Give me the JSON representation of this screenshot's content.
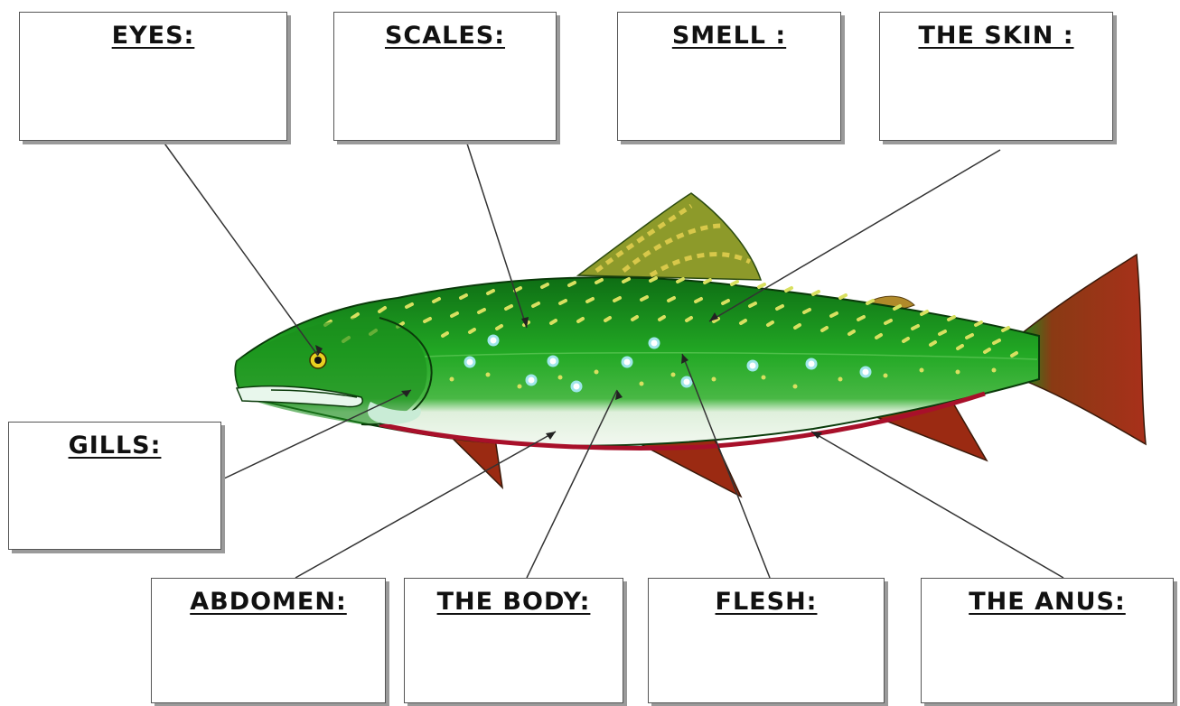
{
  "labels": {
    "eyes": "EYES:",
    "scales": "SCALES:",
    "smell": "SMELL :",
    "skin": "THE SKIN :",
    "gills": "GILLS:",
    "abdomen": "ABDOMEN:",
    "body": "THE BODY:",
    "flesh": "FLESH:",
    "anus": "THE ANUS:"
  },
  "colors": {
    "body_green": "#1e9a1e",
    "dark_green": "#0b5a12",
    "belly": "#e6f3e6",
    "fin_red": "#9b2a12",
    "spots": "#d8e060",
    "blue_spots": "#9fe6ea"
  }
}
